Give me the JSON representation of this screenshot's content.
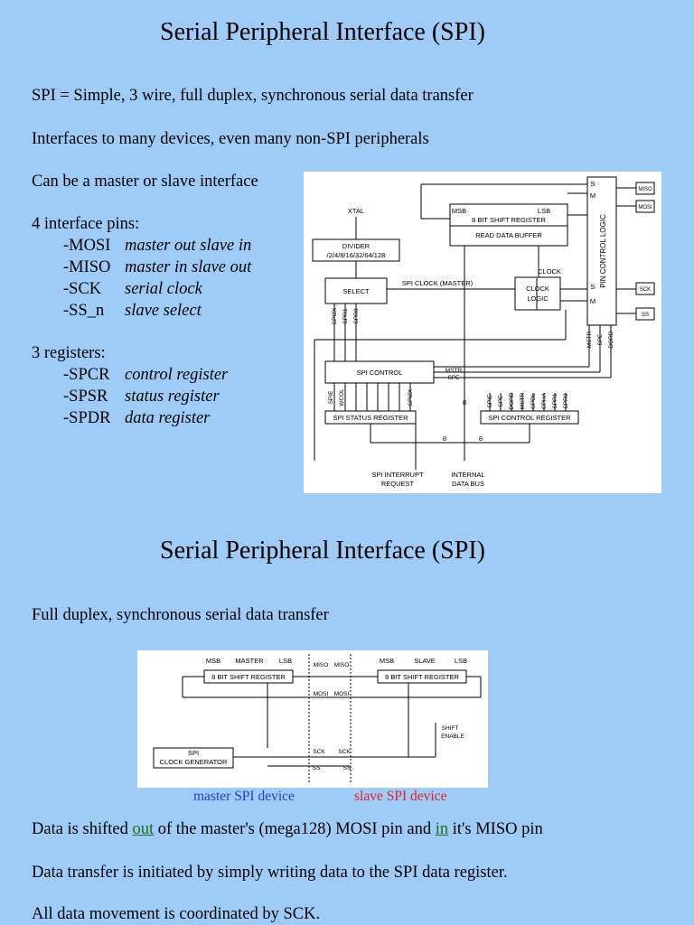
{
  "slide1": {
    "title": "Serial Peripheral Interface (SPI)",
    "lines": [
      "SPI = Simple, 3 wire, full duplex, synchronous serial data transfer",
      "Interfaces to many devices, even many non-SPI peripherals",
      "Can be a master or slave interface"
    ],
    "pins_heading": "4 interface pins:",
    "pins": [
      {
        "name": "-MOSI",
        "desc": "master out slave in"
      },
      {
        "name": "-MISO",
        "desc": "master in slave out"
      },
      {
        "name": "-SCK",
        "desc": "serial clock"
      },
      {
        "name": "-SS_n",
        "desc": "slave select"
      }
    ],
    "registers_heading": "3 registers:",
    "registers": [
      {
        "name": "-SPCR",
        "desc": "control register"
      },
      {
        "name": "-SPSR",
        "desc": "status register"
      },
      {
        "name": "-SPDR",
        "desc": "data register"
      }
    ],
    "block_diagram": {
      "xtal": "XTAL",
      "divider": "DIVIDER",
      "divider_ratios": "/2/4/8/16/32/64/128",
      "msb": "MSB",
      "lsb": "LSB",
      "shift_register": "8 BIT SHIFT REGISTER",
      "read_buffer": "READ DATA BUFFER",
      "select": "SELECT",
      "spi_clock": "SPI CLOCK (MASTER)",
      "clock": "CLOCK",
      "clock_logic_1": "CLOCK",
      "clock_logic_2": "LOGIC",
      "spi_control": "SPI CONTROL",
      "pin_control_logic": "PIN CONTROL LOGIC",
      "miso": "MISO",
      "mosi": "MOSI",
      "sck": "SCK",
      "ss": "SS",
      "s": "S",
      "m": "M",
      "spi2x": "SPI2X",
      "spr1": "SPR1",
      "spr0": "SPR0",
      "mstr": "MSTR",
      "spe": "SPE",
      "dord": "DORD",
      "spif": "SPIF",
      "wcol": "WCOL",
      "spie": "SPIE",
      "cpol": "CPOL",
      "cpha": "CPHA",
      "eight": "8",
      "status_register": "SPI STATUS REGISTER",
      "control_register": "SPI CONTROL REGISTER",
      "interrupt_1": "SPI INTERRUPT",
      "interrupt_2": "REQUEST",
      "bus_1": "INTERNAL",
      "bus_2": "DATA BUS"
    }
  },
  "slide2": {
    "title": "Serial Peripheral Interface (SPI)",
    "subtitle": "Full duplex, synchronous serial data transfer",
    "master_slave_diagram": {
      "msb": "MSB",
      "lsb": "LSB",
      "master": "MASTER",
      "slave": "SLAVE",
      "shift_register": "8 BIT SHIFT REGISTER",
      "miso": "MISO",
      "mosi": "MOSI",
      "sck": "SCK",
      "ss": "SS",
      "shift": "SHIFT",
      "enable": "ENABLE",
      "spi": "SPI",
      "clock_generator": "CLOCK GENERATOR"
    },
    "caption_master": "master SPI device",
    "caption_slave": "slave SPI device",
    "line1_a": "Data is shifted ",
    "line1_out": "out",
    "line1_b": " of the master's (mega128) MOSI pin and ",
    "line1_in": "in",
    "line1_c": " it's MISO pin",
    "line2": "Data transfer is initiated by simply writing data to the SPI data register.",
    "line3": "All data movement is coordinated by SCK."
  },
  "colors": {
    "background": "#9fcbf7",
    "caption_master": "#2a3bd6",
    "caption_slave": "#e0202a",
    "underline_green": "#1f6f1f"
  }
}
